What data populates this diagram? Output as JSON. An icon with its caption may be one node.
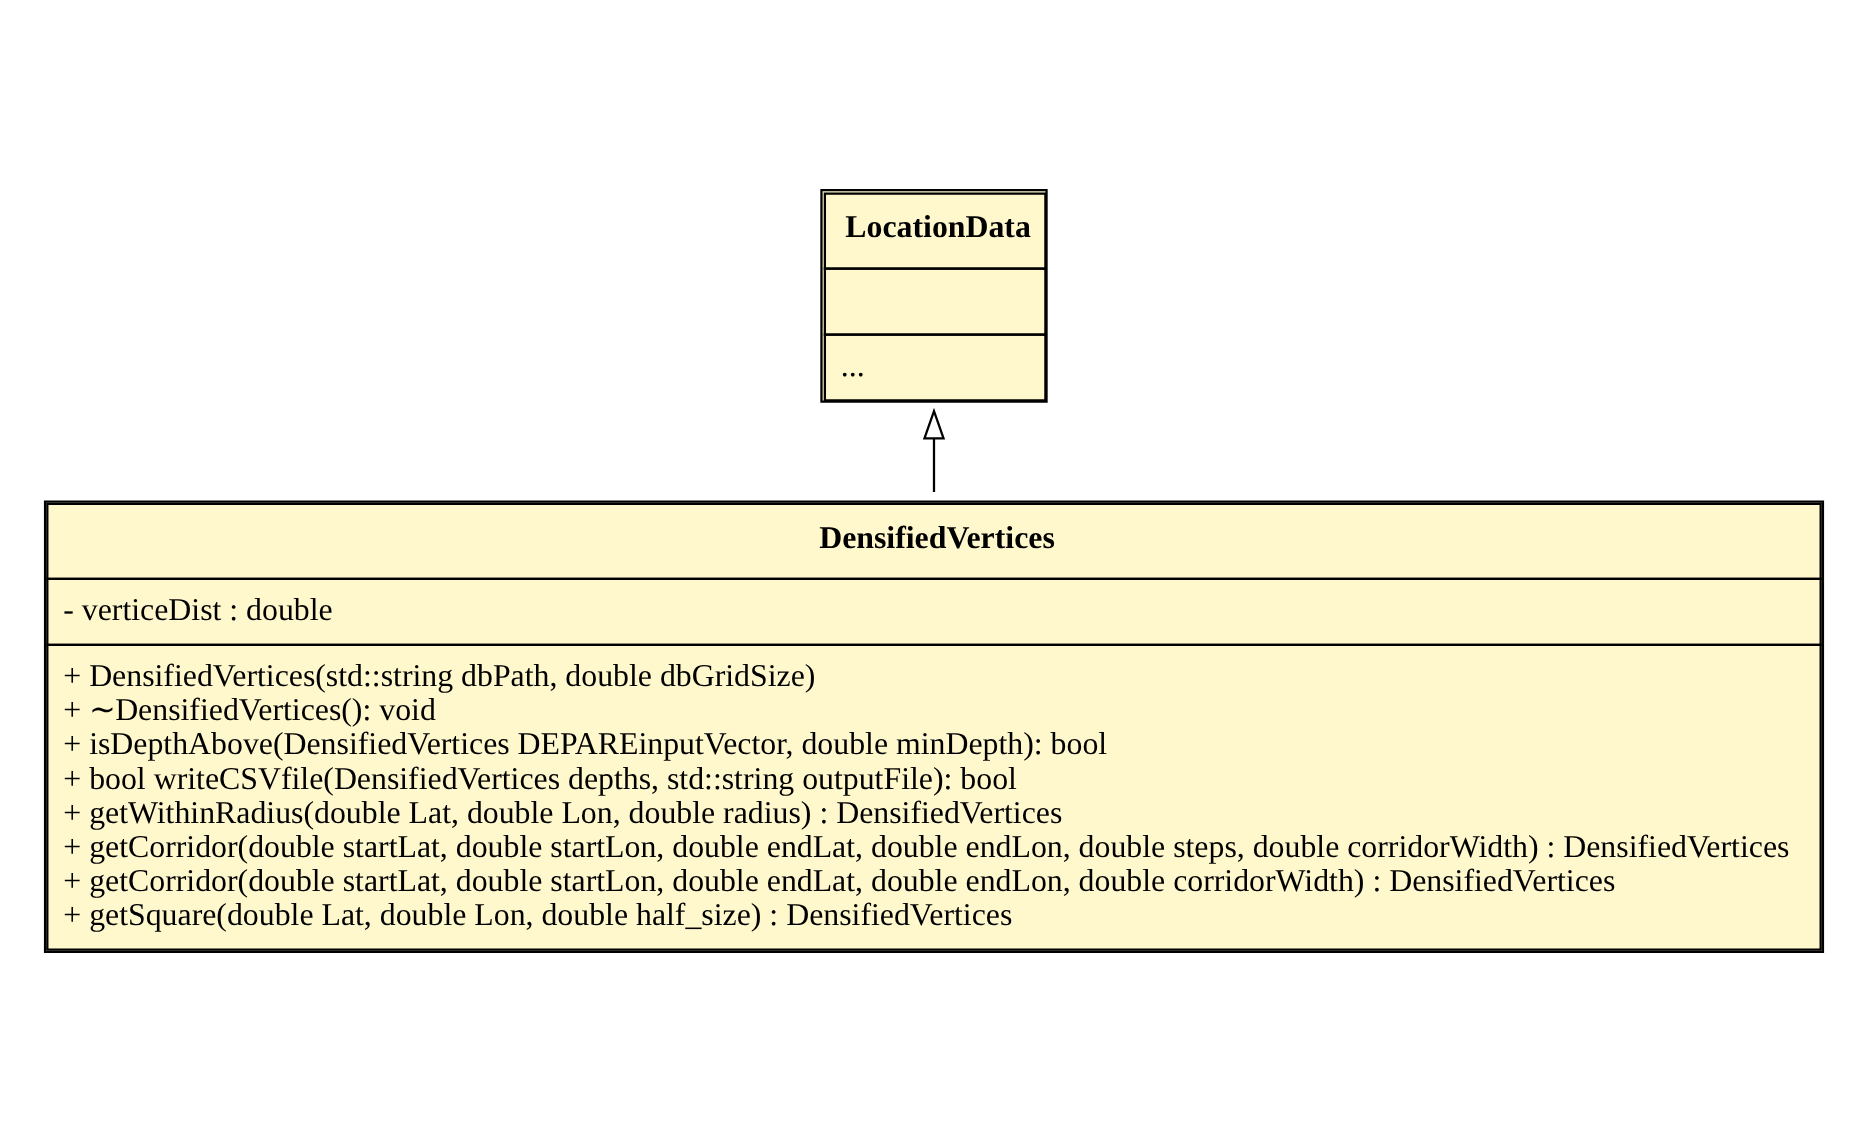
{
  "diagram": {
    "nodes": [
      {
        "text": [
          "LocationData",
          "..."
        ]
      },
      {
        "text": [
          "DensifiedVertices",
          "- verticeDist : double",
          "+ DensifiedVertices(std::string dbPath, double dbGridSize)",
          "+ ∼DensifiedVertices(): void",
          "+ isDepthAbove(DensifiedVertices DEPAREinputVector, double minDepth): bool",
          "+ bool writeCSVfile(DensifiedVertices depths, std::string outputFile): bool",
          "+ getWithinRadius(double Lat, double Lon, double radius) : DensifiedVertices",
          "+ getCorridor(double startLat, double startLon, double endLat, double endLon, double steps, double corridorWidth) : DensifiedVertices",
          "+ getCorridor(double startLat, double startLon, double endLat, double endLon, double corridorWidth) : DensifiedVertices",
          "+ getSquare(double Lat, double Lon, double half_size) : DensifiedVertices"
        ]
      }
    ],
    "edges": [
      {
        "from": 1,
        "to": 0,
        "arrow": "to"
      }
    ]
  }
}
